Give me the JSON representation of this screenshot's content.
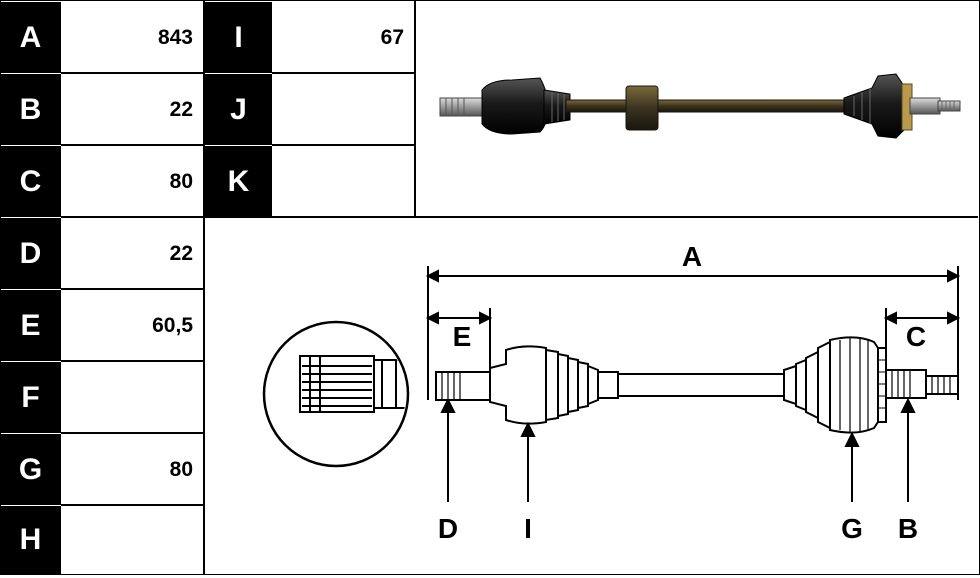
{
  "left_table": [
    {
      "letter": "A",
      "value": "843"
    },
    {
      "letter": "B",
      "value": "22"
    },
    {
      "letter": "C",
      "value": "80"
    },
    {
      "letter": "D",
      "value": "22"
    },
    {
      "letter": "E",
      "value": "60,5"
    },
    {
      "letter": "F",
      "value": ""
    },
    {
      "letter": "G",
      "value": "80"
    },
    {
      "letter": "H",
      "value": ""
    }
  ],
  "right_table": [
    {
      "letter": "I",
      "value": "67"
    },
    {
      "letter": "J",
      "value": ""
    },
    {
      "letter": "K",
      "value": ""
    }
  ],
  "diagram_labels": {
    "A": "A",
    "E": "E",
    "C": "C",
    "D": "D",
    "I": "I",
    "G": "G",
    "B": "B"
  }
}
